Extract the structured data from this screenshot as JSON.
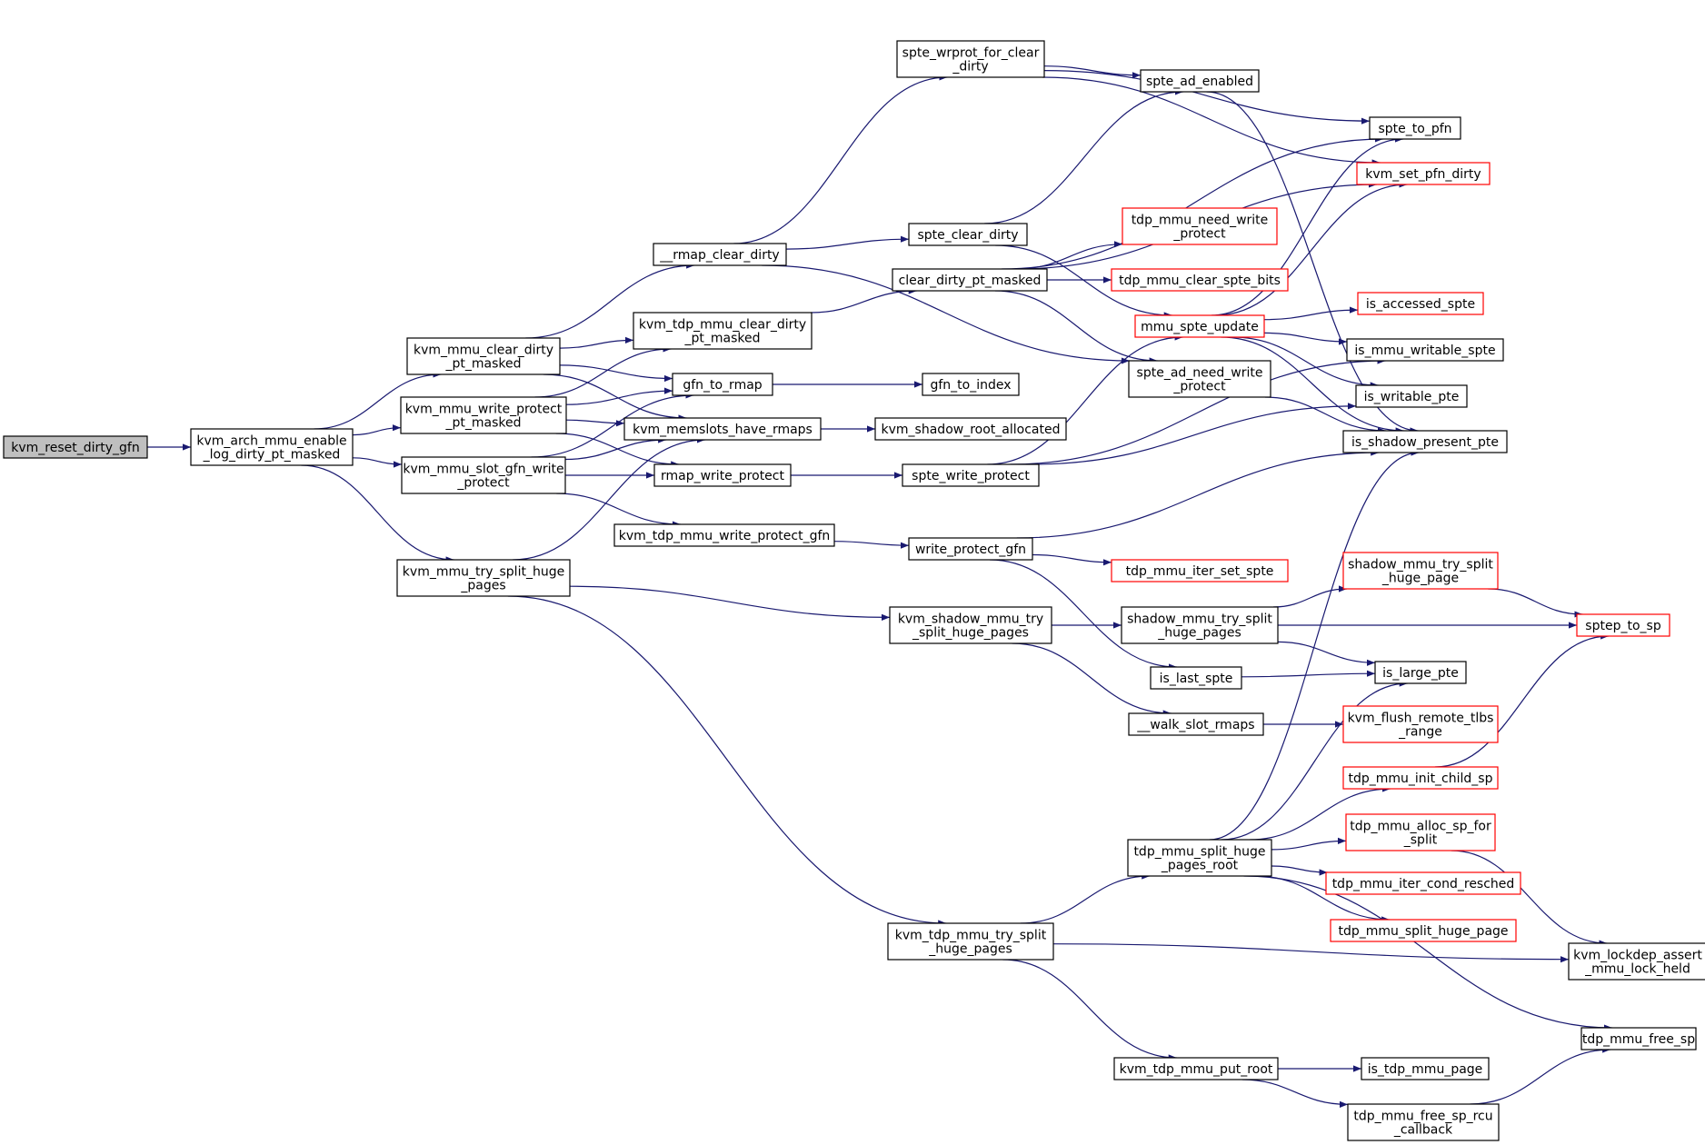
{
  "colors": {
    "edge": "#191970",
    "border_normal": "#000000",
    "border_truncated": "#ff0000",
    "root_fill": "#bfbfbf",
    "fill": "#ffffff",
    "text": "#000000"
  },
  "nodes": [
    {
      "id": "kvm_reset_dirty_gfn",
      "lines": [
        "kvm_reset_dirty_gfn"
      ],
      "style": "root"
    },
    {
      "id": "kvm_arch_mmu_enable_log_dirty_pt_masked",
      "lines": [
        "kvm_arch_mmu_enable",
        "_log_dirty_pt_masked"
      ],
      "style": "normal"
    },
    {
      "id": "kvm_mmu_clear_dirty_pt_masked",
      "lines": [
        "kvm_mmu_clear_dirty",
        "_pt_masked"
      ],
      "style": "normal"
    },
    {
      "id": "kvm_mmu_write_protect_pt_masked",
      "lines": [
        "kvm_mmu_write_protect",
        "_pt_masked"
      ],
      "style": "normal"
    },
    {
      "id": "kvm_mmu_slot_gfn_write_protect",
      "lines": [
        "kvm_mmu_slot_gfn_write",
        "_protect"
      ],
      "style": "normal"
    },
    {
      "id": "kvm_mmu_try_split_huge_pages",
      "lines": [
        "kvm_mmu_try_split_huge",
        "_pages"
      ],
      "style": "normal"
    },
    {
      "id": "rmap_clear_dirty",
      "lines": [
        "__rmap_clear_dirty"
      ],
      "style": "normal"
    },
    {
      "id": "kvm_tdp_mmu_clear_dirty_pt_masked",
      "lines": [
        "kvm_tdp_mmu_clear_dirty",
        "_pt_masked"
      ],
      "style": "normal"
    },
    {
      "id": "gfn_to_rmap",
      "lines": [
        "gfn_to_rmap"
      ],
      "style": "normal"
    },
    {
      "id": "kvm_memslots_have_rmaps",
      "lines": [
        "kvm_memslots_have_rmaps"
      ],
      "style": "normal"
    },
    {
      "id": "rmap_write_protect",
      "lines": [
        "rmap_write_protect"
      ],
      "style": "normal"
    },
    {
      "id": "kvm_tdp_mmu_write_protect_gfn",
      "lines": [
        "kvm_tdp_mmu_write_protect_gfn"
      ],
      "style": "normal"
    },
    {
      "id": "spte_wrprot_for_clear_dirty",
      "lines": [
        "spte_wrprot_for_clear",
        "_dirty"
      ],
      "style": "normal"
    },
    {
      "id": "spte_clear_dirty",
      "lines": [
        "spte_clear_dirty"
      ],
      "style": "normal"
    },
    {
      "id": "clear_dirty_pt_masked",
      "lines": [
        "clear_dirty_pt_masked"
      ],
      "style": "normal"
    },
    {
      "id": "gfn_to_index",
      "lines": [
        "gfn_to_index"
      ],
      "style": "normal"
    },
    {
      "id": "kvm_shadow_root_allocated",
      "lines": [
        "kvm_shadow_root_allocated"
      ],
      "style": "normal"
    },
    {
      "id": "spte_write_protect",
      "lines": [
        "spte_write_protect"
      ],
      "style": "normal"
    },
    {
      "id": "write_protect_gfn",
      "lines": [
        "write_protect_gfn"
      ],
      "style": "normal"
    },
    {
      "id": "kvm_shadow_mmu_try_split_huge_pages",
      "lines": [
        "kvm_shadow_mmu_try",
        "_split_huge_pages"
      ],
      "style": "normal"
    },
    {
      "id": "kvm_tdp_mmu_try_split_huge_pages",
      "lines": [
        "kvm_tdp_mmu_try_split",
        "_huge_pages"
      ],
      "style": "normal"
    },
    {
      "id": "spte_ad_enabled",
      "lines": [
        "spte_ad_enabled"
      ],
      "style": "normal"
    },
    {
      "id": "tdp_mmu_need_write_protect",
      "lines": [
        "tdp_mmu_need_write",
        "_protect"
      ],
      "style": "truncated"
    },
    {
      "id": "tdp_mmu_clear_spte_bits",
      "lines": [
        "tdp_mmu_clear_spte_bits"
      ],
      "style": "truncated"
    },
    {
      "id": "mmu_spte_update",
      "lines": [
        "mmu_spte_update"
      ],
      "style": "truncated"
    },
    {
      "id": "spte_ad_need_write_protect",
      "lines": [
        "spte_ad_need_write",
        "_protect"
      ],
      "style": "normal"
    },
    {
      "id": "tdp_mmu_iter_set_spte",
      "lines": [
        "tdp_mmu_iter_set_spte"
      ],
      "style": "truncated"
    },
    {
      "id": "shadow_mmu_try_split_huge_pages",
      "lines": [
        "shadow_mmu_try_split",
        "_huge_pages"
      ],
      "style": "normal"
    },
    {
      "id": "is_last_spte",
      "lines": [
        "is_last_spte"
      ],
      "style": "normal"
    },
    {
      "id": "walk_slot_rmaps",
      "lines": [
        "__walk_slot_rmaps"
      ],
      "style": "normal"
    },
    {
      "id": "tdp_mmu_split_huge_pages_root",
      "lines": [
        "tdp_mmu_split_huge",
        "_pages_root"
      ],
      "style": "normal"
    },
    {
      "id": "kvm_tdp_mmu_put_root",
      "lines": [
        "kvm_tdp_mmu_put_root"
      ],
      "style": "normal"
    },
    {
      "id": "spte_to_pfn",
      "lines": [
        "spte_to_pfn"
      ],
      "style": "normal"
    },
    {
      "id": "kvm_set_pfn_dirty",
      "lines": [
        "kvm_set_pfn_dirty"
      ],
      "style": "truncated"
    },
    {
      "id": "is_accessed_spte",
      "lines": [
        "is_accessed_spte"
      ],
      "style": "truncated"
    },
    {
      "id": "is_mmu_writable_spte",
      "lines": [
        "is_mmu_writable_spte"
      ],
      "style": "normal"
    },
    {
      "id": "is_writable_pte",
      "lines": [
        "is_writable_pte"
      ],
      "style": "normal"
    },
    {
      "id": "is_shadow_present_pte",
      "lines": [
        "is_shadow_present_pte"
      ],
      "style": "normal"
    },
    {
      "id": "shadow_mmu_try_split_huge_page",
      "lines": [
        "shadow_mmu_try_split",
        "_huge_page"
      ],
      "style": "truncated"
    },
    {
      "id": "sptep_to_sp",
      "lines": [
        "sptep_to_sp"
      ],
      "style": "truncated"
    },
    {
      "id": "is_large_pte",
      "lines": [
        "is_large_pte"
      ],
      "style": "normal"
    },
    {
      "id": "kvm_flush_remote_tlbs_range",
      "lines": [
        "kvm_flush_remote_tlbs",
        "_range"
      ],
      "style": "truncated"
    },
    {
      "id": "tdp_mmu_init_child_sp",
      "lines": [
        "tdp_mmu_init_child_sp"
      ],
      "style": "truncated"
    },
    {
      "id": "tdp_mmu_alloc_sp_for_split",
      "lines": [
        "tdp_mmu_alloc_sp_for",
        "_split"
      ],
      "style": "truncated"
    },
    {
      "id": "tdp_mmu_iter_cond_resched",
      "lines": [
        "tdp_mmu_iter_cond_resched"
      ],
      "style": "truncated"
    },
    {
      "id": "tdp_mmu_split_huge_page",
      "lines": [
        "tdp_mmu_split_huge_page"
      ],
      "style": "truncated"
    },
    {
      "id": "kvm_lockdep_assert_mmu_lock_held",
      "lines": [
        "kvm_lockdep_assert",
        "_mmu_lock_held"
      ],
      "style": "normal"
    },
    {
      "id": "tdp_mmu_free_sp",
      "lines": [
        "tdp_mmu_free_sp"
      ],
      "style": "normal"
    },
    {
      "id": "is_tdp_mmu_page",
      "lines": [
        "is_tdp_mmu_page"
      ],
      "style": "normal"
    },
    {
      "id": "tdp_mmu_free_sp_rcu_callback",
      "lines": [
        "tdp_mmu_free_sp_rcu",
        "_callback"
      ],
      "style": "normal"
    }
  ],
  "edges": [
    [
      "kvm_reset_dirty_gfn",
      "kvm_arch_mmu_enable_log_dirty_pt_masked"
    ],
    [
      "kvm_arch_mmu_enable_log_dirty_pt_masked",
      "kvm_mmu_clear_dirty_pt_masked"
    ],
    [
      "kvm_arch_mmu_enable_log_dirty_pt_masked",
      "kvm_mmu_write_protect_pt_masked"
    ],
    [
      "kvm_arch_mmu_enable_log_dirty_pt_masked",
      "kvm_mmu_slot_gfn_write_protect"
    ],
    [
      "kvm_arch_mmu_enable_log_dirty_pt_masked",
      "kvm_mmu_try_split_huge_pages"
    ],
    [
      "kvm_mmu_clear_dirty_pt_masked",
      "rmap_clear_dirty"
    ],
    [
      "kvm_mmu_clear_dirty_pt_masked",
      "kvm_tdp_mmu_clear_dirty_pt_masked"
    ],
    [
      "kvm_mmu_clear_dirty_pt_masked",
      "gfn_to_rmap"
    ],
    [
      "kvm_mmu_clear_dirty_pt_masked",
      "kvm_memslots_have_rmaps"
    ],
    [
      "kvm_mmu_write_protect_pt_masked",
      "kvm_tdp_mmu_clear_dirty_pt_masked"
    ],
    [
      "kvm_mmu_write_protect_pt_masked",
      "gfn_to_rmap"
    ],
    [
      "kvm_mmu_write_protect_pt_masked",
      "kvm_memslots_have_rmaps"
    ],
    [
      "kvm_mmu_write_protect_pt_masked",
      "rmap_write_protect"
    ],
    [
      "kvm_mmu_slot_gfn_write_protect",
      "gfn_to_rmap"
    ],
    [
      "kvm_mmu_slot_gfn_write_protect",
      "kvm_memslots_have_rmaps"
    ],
    [
      "kvm_mmu_slot_gfn_write_protect",
      "rmap_write_protect"
    ],
    [
      "kvm_mmu_slot_gfn_write_protect",
      "kvm_tdp_mmu_write_protect_gfn"
    ],
    [
      "kvm_mmu_try_split_huge_pages",
      "kvm_memslots_have_rmaps"
    ],
    [
      "kvm_mmu_try_split_huge_pages",
      "kvm_shadow_mmu_try_split_huge_pages"
    ],
    [
      "kvm_mmu_try_split_huge_pages",
      "kvm_tdp_mmu_try_split_huge_pages"
    ],
    [
      "rmap_clear_dirty",
      "spte_wrprot_for_clear_dirty"
    ],
    [
      "rmap_clear_dirty",
      "spte_clear_dirty"
    ],
    [
      "rmap_clear_dirty",
      "spte_ad_need_write_protect"
    ],
    [
      "kvm_tdp_mmu_clear_dirty_pt_masked",
      "clear_dirty_pt_masked"
    ],
    [
      "gfn_to_rmap",
      "gfn_to_index"
    ],
    [
      "kvm_memslots_have_rmaps",
      "kvm_shadow_root_allocated"
    ],
    [
      "rmap_write_protect",
      "spte_write_protect"
    ],
    [
      "kvm_tdp_mmu_write_protect_gfn",
      "write_protect_gfn"
    ],
    [
      "spte_wrprot_for_clear_dirty",
      "spte_to_pfn"
    ],
    [
      "spte_wrprot_for_clear_dirty",
      "kvm_set_pfn_dirty"
    ],
    [
      "spte_wrprot_for_clear_dirty",
      "spte_ad_enabled"
    ],
    [
      "spte_clear_dirty",
      "spte_ad_enabled"
    ],
    [
      "spte_clear_dirty",
      "mmu_spte_update"
    ],
    [
      "clear_dirty_pt_masked",
      "spte_to_pfn"
    ],
    [
      "clear_dirty_pt_masked",
      "kvm_set_pfn_dirty"
    ],
    [
      "clear_dirty_pt_masked",
      "tdp_mmu_need_write_protect"
    ],
    [
      "clear_dirty_pt_masked",
      "tdp_mmu_clear_spte_bits"
    ],
    [
      "clear_dirty_pt_masked",
      "spte_ad_need_write_protect"
    ],
    [
      "spte_write_protect",
      "mmu_spte_update"
    ],
    [
      "spte_write_protect",
      "is_mmu_writable_spte"
    ],
    [
      "spte_write_protect",
      "is_writable_pte"
    ],
    [
      "write_protect_gfn",
      "is_shadow_present_pte"
    ],
    [
      "write_protect_gfn",
      "tdp_mmu_iter_set_spte"
    ],
    [
      "write_protect_gfn",
      "is_last_spte"
    ],
    [
      "kvm_shadow_mmu_try_split_huge_pages",
      "shadow_mmu_try_split_huge_pages"
    ],
    [
      "kvm_shadow_mmu_try_split_huge_pages",
      "walk_slot_rmaps"
    ],
    [
      "kvm_tdp_mmu_try_split_huge_pages",
      "tdp_mmu_split_huge_pages_root"
    ],
    [
      "kvm_tdp_mmu_try_split_huge_pages",
      "kvm_lockdep_assert_mmu_lock_held"
    ],
    [
      "kvm_tdp_mmu_try_split_huge_pages",
      "kvm_tdp_mmu_put_root"
    ],
    [
      "spte_ad_enabled",
      "is_shadow_present_pte"
    ],
    [
      "mmu_spte_update",
      "spte_to_pfn"
    ],
    [
      "mmu_spte_update",
      "kvm_set_pfn_dirty"
    ],
    [
      "mmu_spte_update",
      "is_accessed_spte"
    ],
    [
      "mmu_spte_update",
      "is_mmu_writable_spte"
    ],
    [
      "mmu_spte_update",
      "is_writable_pte"
    ],
    [
      "mmu_spte_update",
      "is_shadow_present_pte"
    ],
    [
      "spte_ad_need_write_protect",
      "is_shadow_present_pte"
    ],
    [
      "shadow_mmu_try_split_huge_pages",
      "shadow_mmu_try_split_huge_page"
    ],
    [
      "shadow_mmu_try_split_huge_pages",
      "sptep_to_sp"
    ],
    [
      "shadow_mmu_try_split_huge_pages",
      "is_large_pte"
    ],
    [
      "is_last_spte",
      "is_large_pte"
    ],
    [
      "walk_slot_rmaps",
      "kvm_flush_remote_tlbs_range"
    ],
    [
      "shadow_mmu_try_split_huge_page",
      "sptep_to_sp"
    ],
    [
      "tdp_mmu_split_huge_pages_root",
      "is_shadow_present_pte"
    ],
    [
      "tdp_mmu_split_huge_pages_root",
      "is_large_pte"
    ],
    [
      "tdp_mmu_split_huge_pages_root",
      "tdp_mmu_init_child_sp"
    ],
    [
      "tdp_mmu_split_huge_pages_root",
      "tdp_mmu_alloc_sp_for_split"
    ],
    [
      "tdp_mmu_split_huge_pages_root",
      "tdp_mmu_iter_cond_resched"
    ],
    [
      "tdp_mmu_split_huge_pages_root",
      "tdp_mmu_split_huge_page"
    ],
    [
      "tdp_mmu_split_huge_pages_root",
      "tdp_mmu_free_sp"
    ],
    [
      "tdp_mmu_init_child_sp",
      "sptep_to_sp"
    ],
    [
      "tdp_mmu_alloc_sp_for_split",
      "kvm_lockdep_assert_mmu_lock_held"
    ],
    [
      "kvm_tdp_mmu_put_root",
      "is_tdp_mmu_page"
    ],
    [
      "kvm_tdp_mmu_put_root",
      "tdp_mmu_free_sp_rcu_callback"
    ],
    [
      "tdp_mmu_free_sp_rcu_callback",
      "tdp_mmu_free_sp"
    ]
  ]
}
